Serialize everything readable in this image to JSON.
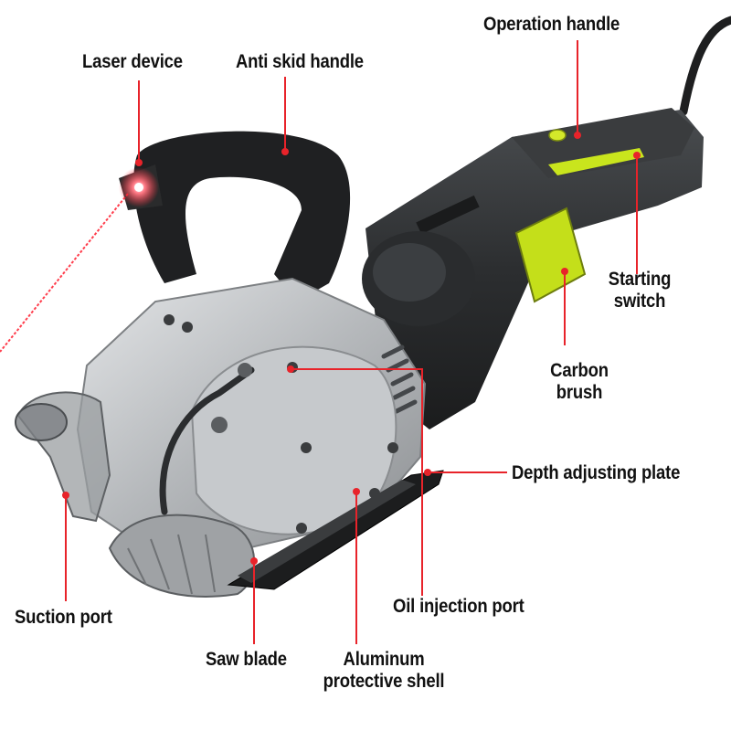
{
  "colors": {
    "callout": "#e8232a",
    "body_dark": "#2b2d2f",
    "accent_green": "#c9e51d",
    "aluminum": "#b9bcbf",
    "laser": "#ff2a3a"
  },
  "labels": {
    "operation_handle": "Operation handle",
    "laser_device": "Laser device",
    "anti_skid_handle": "Anti skid handle",
    "starting_switch_1": "Starting",
    "starting_switch_2": "switch",
    "carbon_brush_1": "Carbon",
    "carbon_brush_2": "brush",
    "depth_adjusting_plate": "Depth adjusting plate",
    "oil_injection_port": "Oil injection port",
    "suction_port": "Suction port",
    "saw_blade": "Saw blade",
    "aluminum_shell_1": "Aluminum",
    "aluminum_shell_2": "protective shell"
  }
}
